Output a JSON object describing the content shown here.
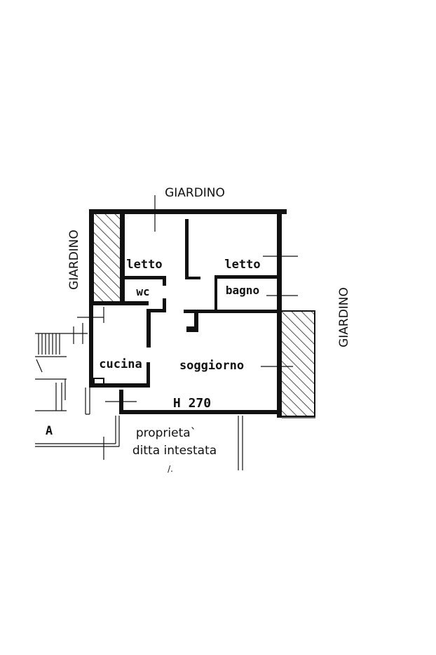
{
  "plan": {
    "garden_top": "GIARDINO",
    "garden_left": "GIARDINO",
    "garden_right": "GIARDINO",
    "rooms": {
      "bedroom_left": "letto",
      "bedroom_right": "letto",
      "wc": "wc",
      "bathroom": "bagno",
      "kitchen": "cucina",
      "living": "soggiorno"
    },
    "height_note": "H 270",
    "section_marker": "A",
    "property_line1": "proprieta`",
    "property_line2": "ditta intestata",
    "footer_mark": "/."
  }
}
